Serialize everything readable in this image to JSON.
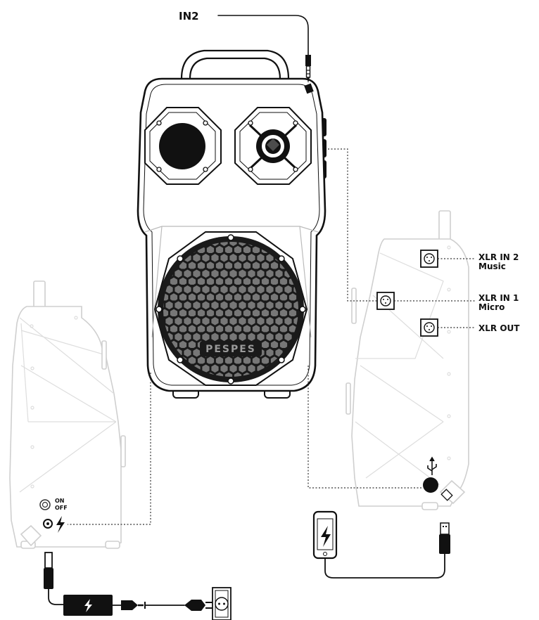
{
  "labels": {
    "in2": "IN2",
    "xlr_in2_line1": "XLR IN 2",
    "xlr_in2_line2": "Music",
    "xlr_in1_line1": "XLR IN 1",
    "xlr_in1_line2": "Micro",
    "xlr_out": "XLR OUT",
    "switch_on": "ON",
    "switch_off": "OFF",
    "brand": "PESPES"
  },
  "colors": {
    "ink": "#111111",
    "ghost": "#cfcfcf",
    "grille": "#1a1a1a",
    "hex": "#777777"
  },
  "icons": [
    "lightning-icon",
    "usb-icon",
    "power-plug-icon",
    "wall-socket-icon",
    "xlr-connector-icon",
    "phone-icon",
    "jack-plug-icon"
  ]
}
